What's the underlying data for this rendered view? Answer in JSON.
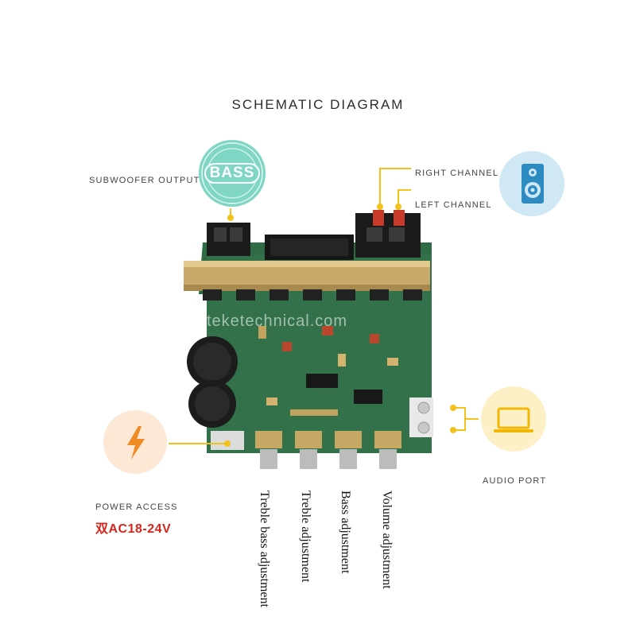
{
  "title": "SCHEMATIC DIAGRAM",
  "labels": {
    "subwoofer": "SUBWOOFER OUTPUT",
    "bass_badge": "BASS",
    "right_channel": "RIGHT CHANNEL",
    "left_channel": "LEFT CHANNEL",
    "audio_port": "AUDIO PORT",
    "power_access": "POWER ACCESS",
    "power_value": "双AC18-24V"
  },
  "knobs": [
    "Treble bass adjustment",
    "Treble adjustment",
    "Bass adjustment",
    "Volume adjustment"
  ],
  "watermark": "teketechnical.com",
  "colors": {
    "accent": "#f2c21b",
    "bass_circle": "#7fd6c4",
    "speaker_circle": "#cfe8f4",
    "laptop_circle": "#fdf0c6",
    "power_circle": "#fde8d6",
    "power_text": "#d8251c",
    "pcb": "#2f6b45"
  },
  "icons": [
    "bass-badge-icon",
    "speaker-icon",
    "laptop-icon",
    "lightning-icon"
  ]
}
